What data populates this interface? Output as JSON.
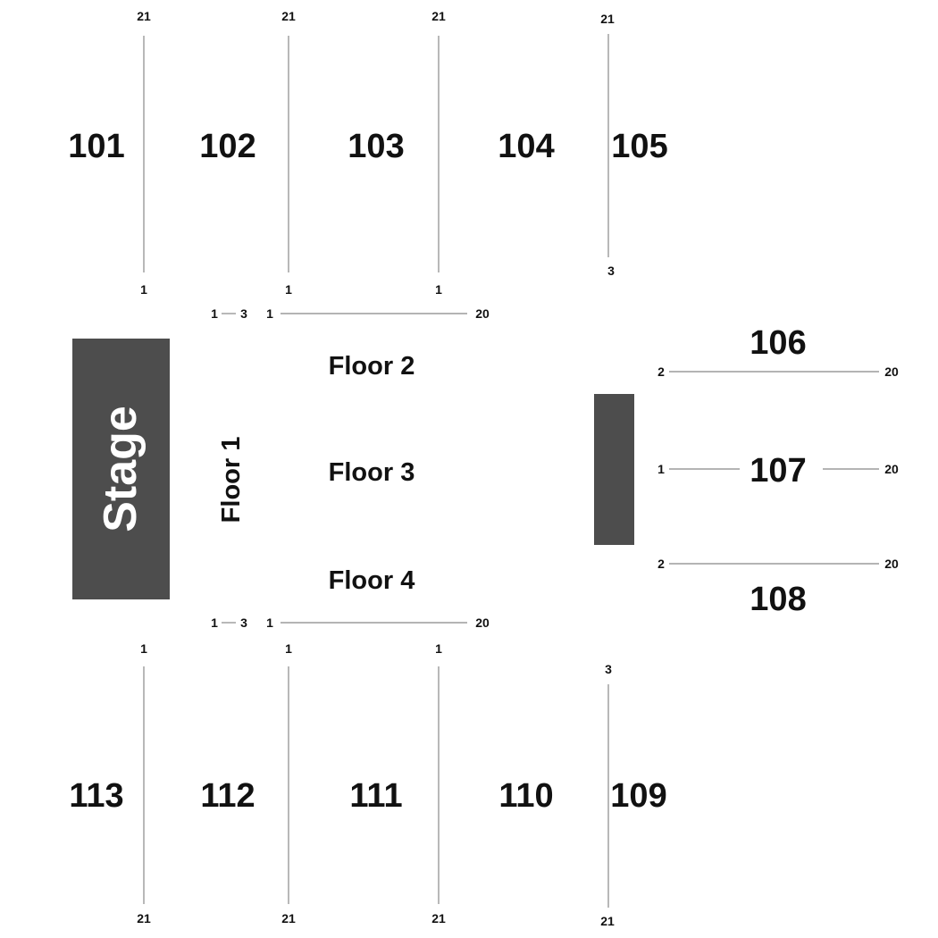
{
  "colors": {
    "stage_fill": "#4d4d4d",
    "text": "#111111",
    "line": "#888888",
    "background": "#ffffff"
  },
  "stage": {
    "label": "Stage"
  },
  "platform": {
    "label": ""
  },
  "floors": [
    {
      "id": "floor-1",
      "label": "Floor 1"
    },
    {
      "id": "floor-2",
      "label": "Floor 2"
    },
    {
      "id": "floor-3",
      "label": "Floor 3"
    },
    {
      "id": "floor-4",
      "label": "Floor 4"
    }
  ],
  "sections": {
    "s101": "101",
    "s102": "102",
    "s103": "103",
    "s104": "104",
    "s105": "105",
    "s106": "106",
    "s107": "107",
    "s108": "108",
    "s109": "109",
    "s110": "110",
    "s111": "111",
    "s112": "112",
    "s113": "113"
  },
  "rows": {
    "top_a_top": "21",
    "top_a_bottom": "1",
    "top_b_top": "21",
    "top_b_bottom": "1",
    "top_c_top": "21",
    "top_c_bottom": "1",
    "top_d_top": "21",
    "top_d_bottom": "3",
    "bot_a_top": "1",
    "bot_a_bottom": "21",
    "bot_b_top": "1",
    "bot_b_bottom": "21",
    "bot_c_top": "1",
    "bot_c_bottom": "21",
    "bot_d_top": "3",
    "bot_d_bottom": "21",
    "floor_top_small_start": "1",
    "floor_top_small_end": "3",
    "floor_top_start": "1",
    "floor_top_end": "20",
    "floor_bot_small_start": "1",
    "floor_bot_small_end": "3",
    "floor_bot_start": "1",
    "floor_bot_end": "20",
    "r106_start": "2",
    "r106_end": "20",
    "r107_start": "1",
    "r107_end": "20",
    "r108_start": "2",
    "r108_end": "20"
  }
}
